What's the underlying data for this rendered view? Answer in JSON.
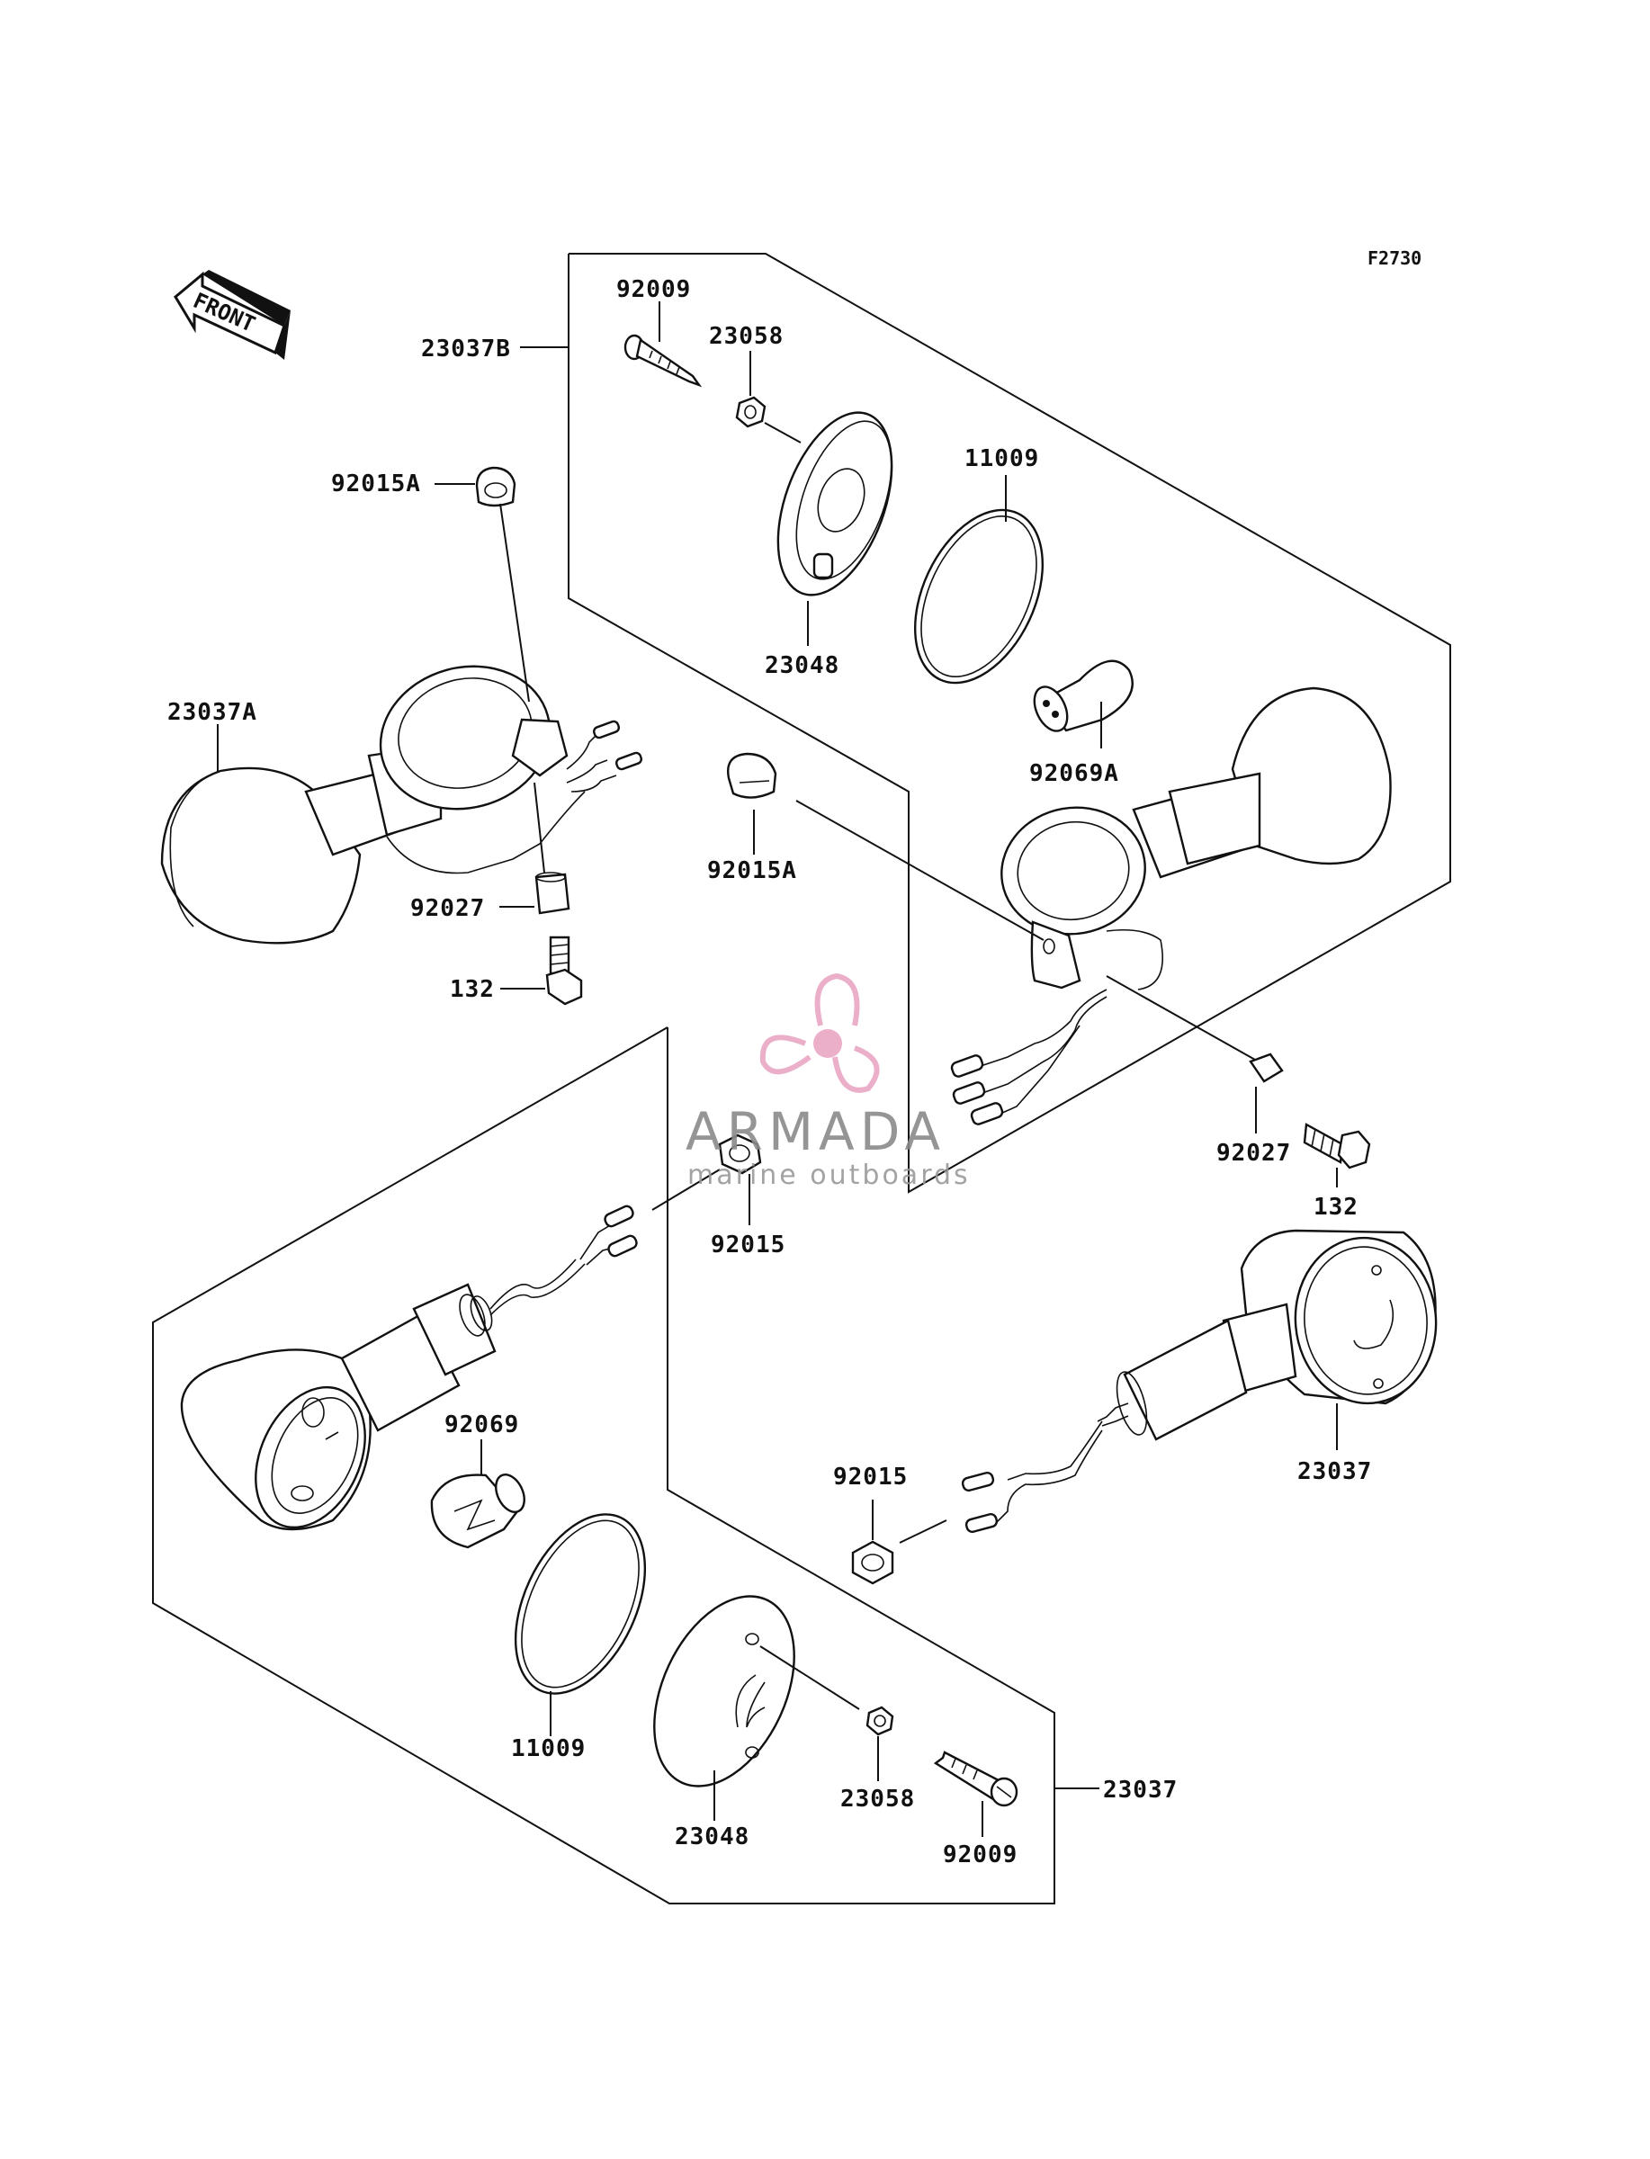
{
  "figure_code": "F2730",
  "front_label": "FRONT",
  "watermark": {
    "brand": "ARMADA",
    "tagline": "marine outboards",
    "color": "#e9a7c4"
  },
  "labels": {
    "p92009_top": "92009",
    "p23058_top": "23058",
    "p23037B": "23037B",
    "p11009_top": "11009",
    "p92015A_left": "92015A",
    "p23048_top": "23048",
    "p23037A": "23037A",
    "p92069A": "92069A",
    "p92015A_mid": "92015A",
    "p92027_left": "92027",
    "p132_left": "132",
    "p92027_right": "92027",
    "p132_right": "132",
    "p92015_mid": "92015",
    "p92069": "92069",
    "p23037_right": "23037",
    "p92015_bottom": "92015",
    "p11009_bottom": "11009",
    "p23058_bottom": "23058",
    "p23037_bottom": "23037",
    "p23048_bottom": "23048",
    "p92009_bottom": "92009"
  }
}
